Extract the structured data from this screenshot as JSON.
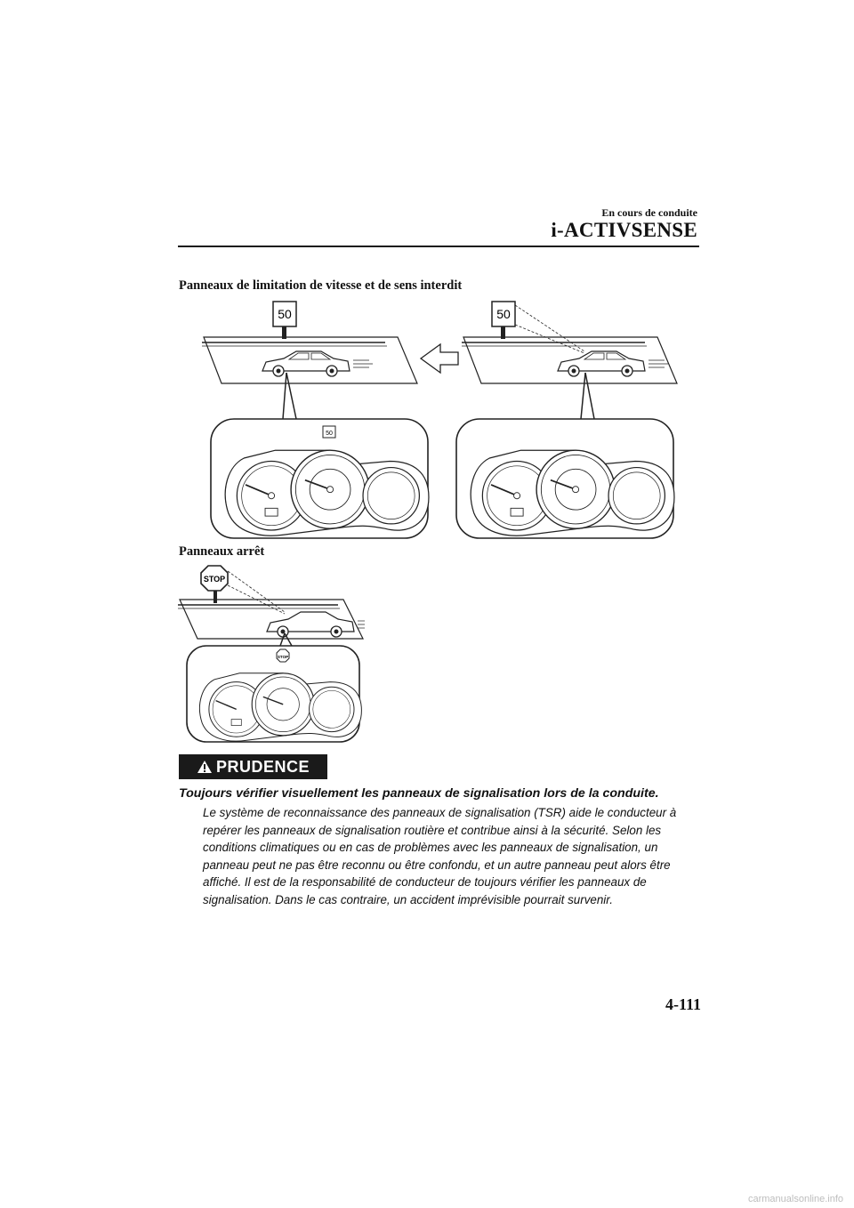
{
  "header": {
    "subtitle": "En cours de conduite",
    "title": "i-ACTIVSENSE"
  },
  "sections": {
    "speed_limit_title": "Panneaux de limitation de vitesse et de sens interdit",
    "stop_title": "Panneaux arrêt"
  },
  "figures": {
    "sign_speed_value": "50",
    "sign_stop_text": "STOP"
  },
  "caution": {
    "label": "PRUDENCE",
    "heading": "Toujours vérifier visuellement les panneaux de signalisation lors de la conduite.",
    "body": "Le système de reconnaissance des panneaux de signalisation (TSR) aide le conducteur à repérer les panneaux de signalisation routière et contribue ainsi à la sécurité. Selon les conditions climatiques ou en cas de problèmes avec les panneaux de signalisation, un panneau peut ne pas être reconnu ou être confondu, et un autre panneau peut alors être affiché. Il est de la responsabilité de conducteur de toujours vérifier les panneaux de signalisation. Dans le cas contraire, un accident imprévisible pourrait survenir."
  },
  "footer": {
    "page_number": "4-111",
    "watermark": "carmanualsonline.info"
  }
}
